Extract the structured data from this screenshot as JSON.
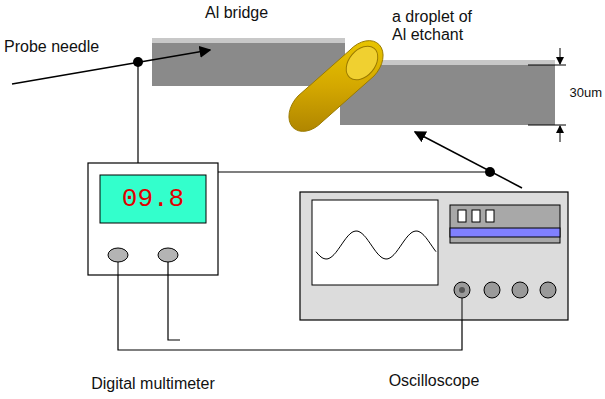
{
  "diagram": {
    "nodes": [
      {
        "text": [
          "Digital multimeter"
        ]
      },
      {
        "text": [
          "09.8"
        ],
        "in": 0
      },
      {
        "text": [
          "Oscilloscope"
        ]
      }
    ],
    "edges": [
      {
        "from": 0,
        "to": 2,
        "arrow": "none"
      }
    ],
    "labels": [
      "Al bridge",
      "Probe needle",
      "a droplet of Al etchant",
      "30um"
    ]
  }
}
